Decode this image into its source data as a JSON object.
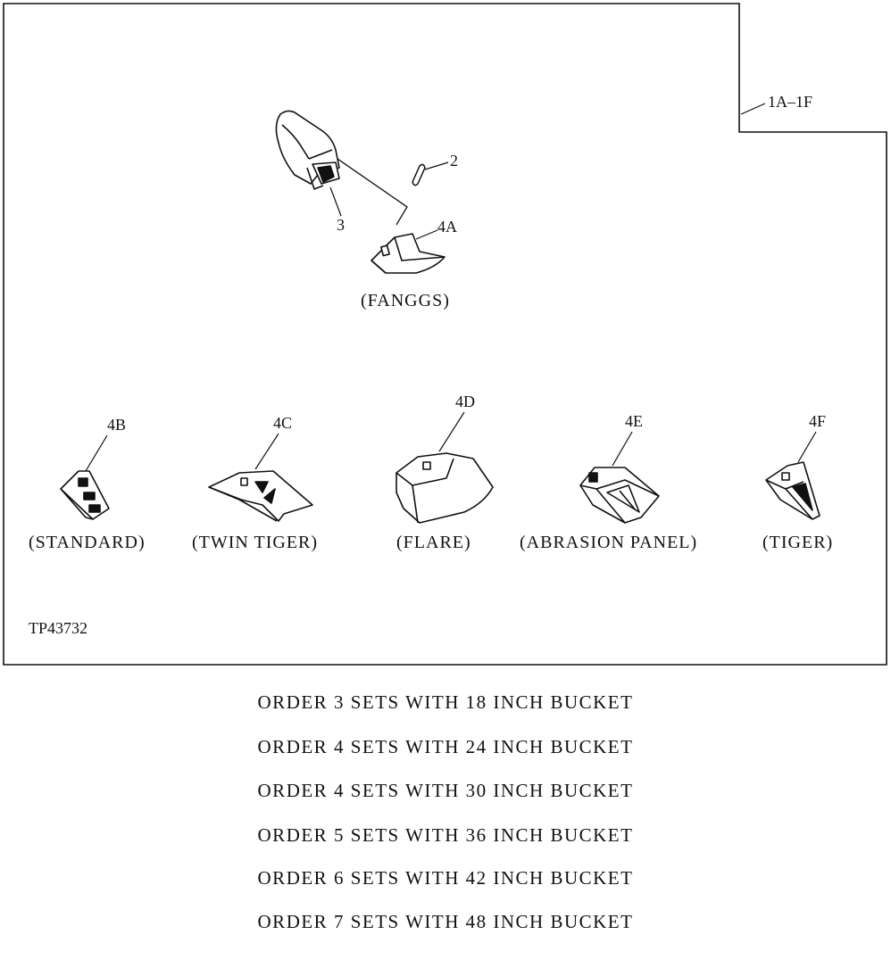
{
  "diagram": {
    "callout_group": "1A–1F",
    "callout_2": "2",
    "callout_3": "3",
    "callout_4a": "4A",
    "callout_4b": "4B",
    "callout_4c": "4C",
    "callout_4d": "4D",
    "callout_4e": "4E",
    "callout_4f": "4F",
    "fanggs_label": "(FANGGS)",
    "tooth_labels": {
      "standard": "(STANDARD)",
      "twin_tiger": "(TWIN TIGER)",
      "flare": "(FLARE)",
      "abrasion_panel": "(ABRASION PANEL)",
      "tiger": "(TIGER)"
    },
    "figure_ref": "TP43732"
  },
  "order_notes": [
    "ORDER 3 SETS WITH 18 INCH BUCKET",
    "ORDER 4 SETS WITH 24 INCH BUCKET",
    "ORDER 4 SETS WITH 30 INCH BUCKET",
    "ORDER 5 SETS WITH 36 INCH BUCKET",
    "ORDER 6 SETS WITH 42 INCH BUCKET",
    "ORDER 7 SETS WITH 48 INCH BUCKET"
  ]
}
